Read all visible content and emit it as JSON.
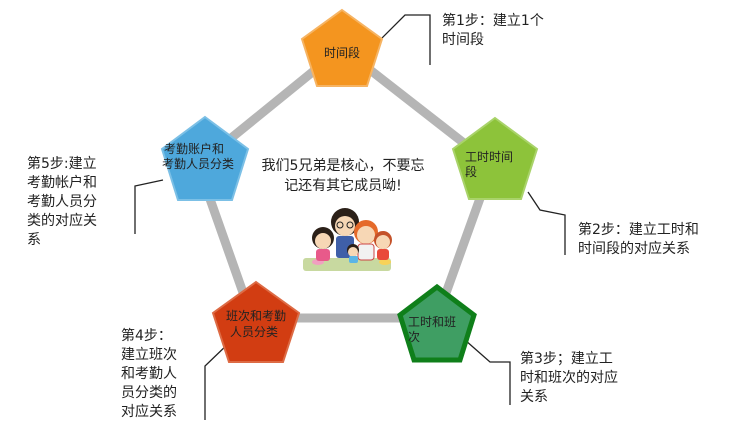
{
  "center": {
    "line1": "我们5兄弟是核心，不要忘",
    "line2": "记还有其它成员呦!"
  },
  "nodes": [
    {
      "id": "n1",
      "line1": "时间段",
      "line2": "",
      "color": "#f4951f"
    },
    {
      "id": "n2",
      "line1": "工时时间",
      "line2": "段",
      "color": "#8dc33a"
    },
    {
      "id": "n3",
      "line1": "工时和班",
      "line2": "次",
      "color": "#2f9a55"
    },
    {
      "id": "n4",
      "line1": "班次和考勤",
      "line2": "人员分类",
      "color": "#d23d12"
    },
    {
      "id": "n5",
      "line1": "考勤账户和",
      "line2": "考勤人员分类",
      "color": "#4ea8dc"
    }
  ],
  "steps": [
    {
      "id": "s1",
      "text": "第1步：建立1个\n时间段"
    },
    {
      "id": "s2",
      "text": "第2步：建立工时和\n时间段的对应关系"
    },
    {
      "id": "s3",
      "text": "第3步；建立工\n时和班次的对应\n关系"
    },
    {
      "id": "s4",
      "text": "第4步：\n建立班次\n和考勤人\n员分类的\n对应关系"
    },
    {
      "id": "s5",
      "text": "第5步:建立\n考勤帐户和\n考勤人员分\n类的对应关\n系"
    }
  ]
}
